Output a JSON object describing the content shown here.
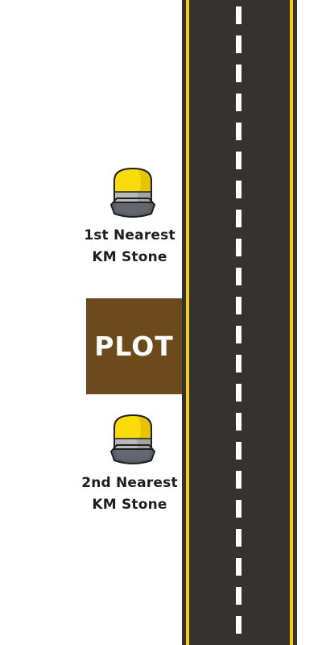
{
  "plot": {
    "label": "PLOT",
    "color": "#6b4a1b"
  },
  "stones": [
    {
      "label_line1": "1st Nearest",
      "label_line2": "KM Stone"
    },
    {
      "label_line1": "2nd Nearest",
      "label_line2": "KM Stone"
    }
  ],
  "colors": {
    "road": "#363232",
    "edge_line": "#f5cd0c",
    "center_dash": "#ffffff",
    "stone_cap": "#f9dc0a",
    "stone_band": "#b9b9b9",
    "stone_base": "#5b5e66"
  },
  "icons": {
    "stone": "km-stone-icon",
    "road": "road-icon"
  }
}
